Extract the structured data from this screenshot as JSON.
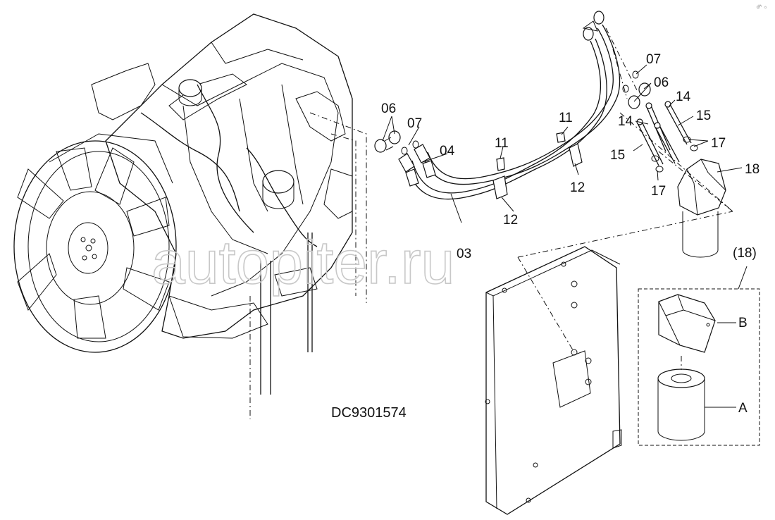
{
  "diagram": {
    "drawing_code": "DC9301574",
    "watermark": "autopiter.ru",
    "corner_mark": "d^ ☼",
    "inset_label": "(18)",
    "callouts": {
      "p03": "03",
      "p04": "04",
      "p06a": "06",
      "p06b": "06",
      "p07a": "07",
      "p07b": "07",
      "p11a": "11",
      "p11b": "11",
      "p12a": "12",
      "p12b": "12",
      "p14a": "14",
      "p14b": "14",
      "p15a": "15",
      "p15b": "15",
      "p17a": "17",
      "p17b": "17",
      "p18": "18",
      "pA": "A",
      "pB": "B"
    }
  }
}
